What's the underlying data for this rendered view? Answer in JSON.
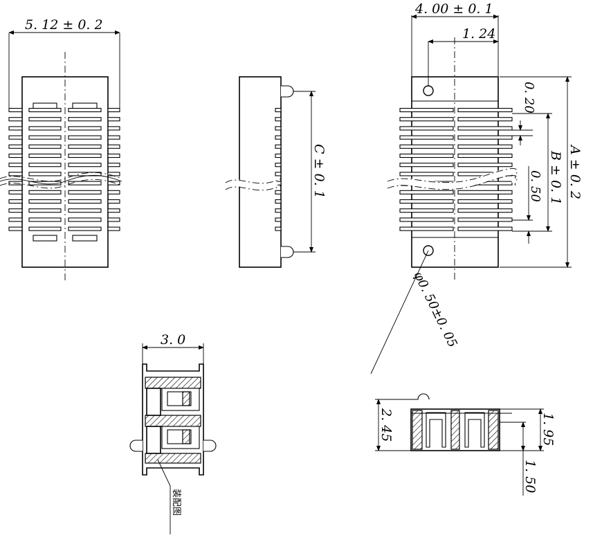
{
  "dimensions": {
    "width_total": "5. 12 ± 0. 2",
    "width_body": "4. 00 ± 0. 1",
    "offset": "1. 24",
    "pin_width": "0. 20",
    "pitch": "0. 50",
    "b_length": "B ± 0. 1",
    "a_length": "A ± 0. 2",
    "c_length": "C ± 0. 1",
    "hole_dia": "φ0. 50±0. 05",
    "depth": "3. 0",
    "height_total": "2. 45",
    "height_body": "1. 95",
    "height_mount": "1. 50"
  },
  "notes": {
    "assembly": "装配图"
  }
}
